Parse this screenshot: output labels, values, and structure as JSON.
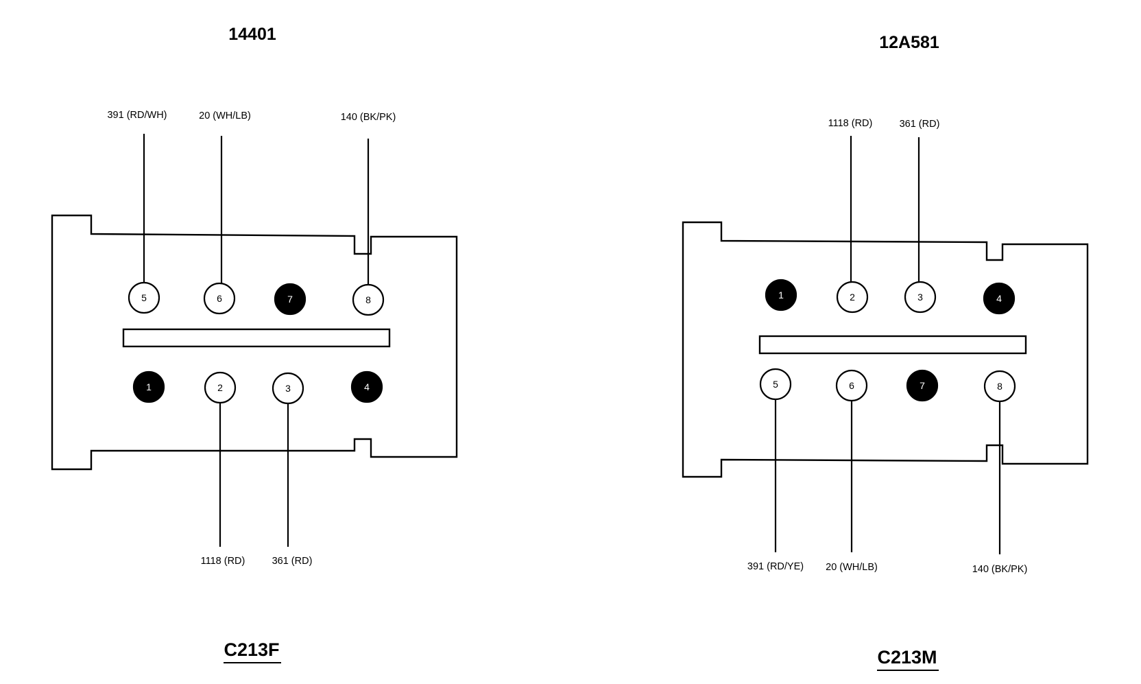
{
  "diagrams": [
    {
      "part_number": "14401",
      "connector_id": "C213F",
      "top_row": [
        {
          "pin": "5",
          "filled": false,
          "wire": "391 (RD/WH)"
        },
        {
          "pin": "6",
          "filled": false,
          "wire": "20 (WH/LB)"
        },
        {
          "pin": "7",
          "filled": true,
          "wire": ""
        },
        {
          "pin": "8",
          "filled": false,
          "wire": "140 (BK/PK)"
        }
      ],
      "bottom_row": [
        {
          "pin": "1",
          "filled": true,
          "wire": ""
        },
        {
          "pin": "2",
          "filled": false,
          "wire": "1118 (RD)"
        },
        {
          "pin": "3",
          "filled": false,
          "wire": "361 (RD)"
        },
        {
          "pin": "4",
          "filled": true,
          "wire": ""
        }
      ]
    },
    {
      "part_number": "12A581",
      "connector_id": "C213M",
      "top_row": [
        {
          "pin": "1",
          "filled": true,
          "wire": ""
        },
        {
          "pin": "2",
          "filled": false,
          "wire": "1118 (RD)"
        },
        {
          "pin": "3",
          "filled": false,
          "wire": "361 (RD)"
        },
        {
          "pin": "4",
          "filled": true,
          "wire": ""
        }
      ],
      "bottom_row": [
        {
          "pin": "5",
          "filled": false,
          "wire": "391 (RD/YE)"
        },
        {
          "pin": "6",
          "filled": false,
          "wire": "20 (WH/LB)"
        },
        {
          "pin": "7",
          "filled": true,
          "wire": ""
        },
        {
          "pin": "8",
          "filled": false,
          "wire": "140 (BK/PK)"
        }
      ]
    }
  ]
}
